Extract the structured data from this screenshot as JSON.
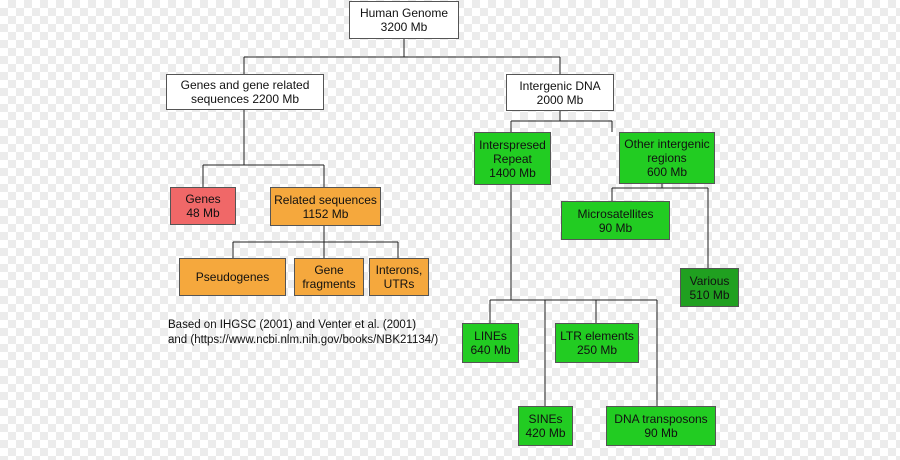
{
  "nodes": {
    "human_genome": {
      "line1": "Human Genome",
      "line2": "3200 Mb"
    },
    "genes_related": {
      "line1": "Genes and gene related",
      "line2": "sequences 2200 Mb"
    },
    "intergenic": {
      "line1": "Intergenic DNA",
      "line2": "2000 Mb"
    },
    "genes": {
      "line1": "Genes",
      "line2": "48 Mb"
    },
    "related_sequences": {
      "line1": "Related sequences",
      "line2": "1152 Mb"
    },
    "pseudogenes": {
      "line1": "Pseudogenes"
    },
    "gene_fragments": {
      "line1": "Gene",
      "line2": "fragments"
    },
    "introns": {
      "line1": "Interons,",
      "line2": "UTRs"
    },
    "interspersed": {
      "line1": "Interspresed",
      "line2": "Repeat",
      "line3": "1400 Mb"
    },
    "other_intergenic": {
      "line1": "Other intergenic",
      "line2": "regions",
      "line3": "600 Mb"
    },
    "microsatellites": {
      "line1": "Microsatellites",
      "line2": "90 Mb"
    },
    "various": {
      "line1": "Various",
      "line2": "510 Mb"
    },
    "lines": {
      "line1": "LINEs",
      "line2": "640 Mb"
    },
    "ltr": {
      "line1": "LTR elements",
      "line2": "250 Mb"
    },
    "sines": {
      "line1": "SINEs",
      "line2": "420 Mb"
    },
    "dna_transposons": {
      "line1": "DNA transposons",
      "line2": "90 Mb"
    }
  },
  "source_note": {
    "line1": "Based on IHGSC (2001) and Venter et al. (2001)",
    "line2": "and (https://www.ncbi.nlm.nih.gov/books/NBK21134/)"
  },
  "colors": {
    "root": "#ffffff",
    "genes": "#f06868",
    "related": "#f5a83d",
    "intergenic_children": "#22cc22",
    "various": "#20a020"
  }
}
